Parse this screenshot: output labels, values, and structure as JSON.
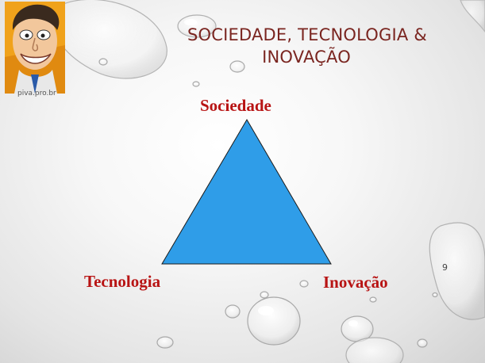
{
  "slide": {
    "title_lines": [
      "SOCIEDADE, TECNOLOGIA &",
      "INOVAÇÃO"
    ],
    "page_number": "9",
    "colors": {
      "title": "#7a2520",
      "labels": "#b81414",
      "triangle_fill": "#2f9de8"
    }
  },
  "avatar": {
    "caption": "piva.pro.br",
    "icon": "caricature-portrait-icon"
  },
  "diagram": {
    "type": "triangle",
    "labels": {
      "top": "Sociedade",
      "left": "Tecnologia",
      "right": "Inovação"
    }
  }
}
